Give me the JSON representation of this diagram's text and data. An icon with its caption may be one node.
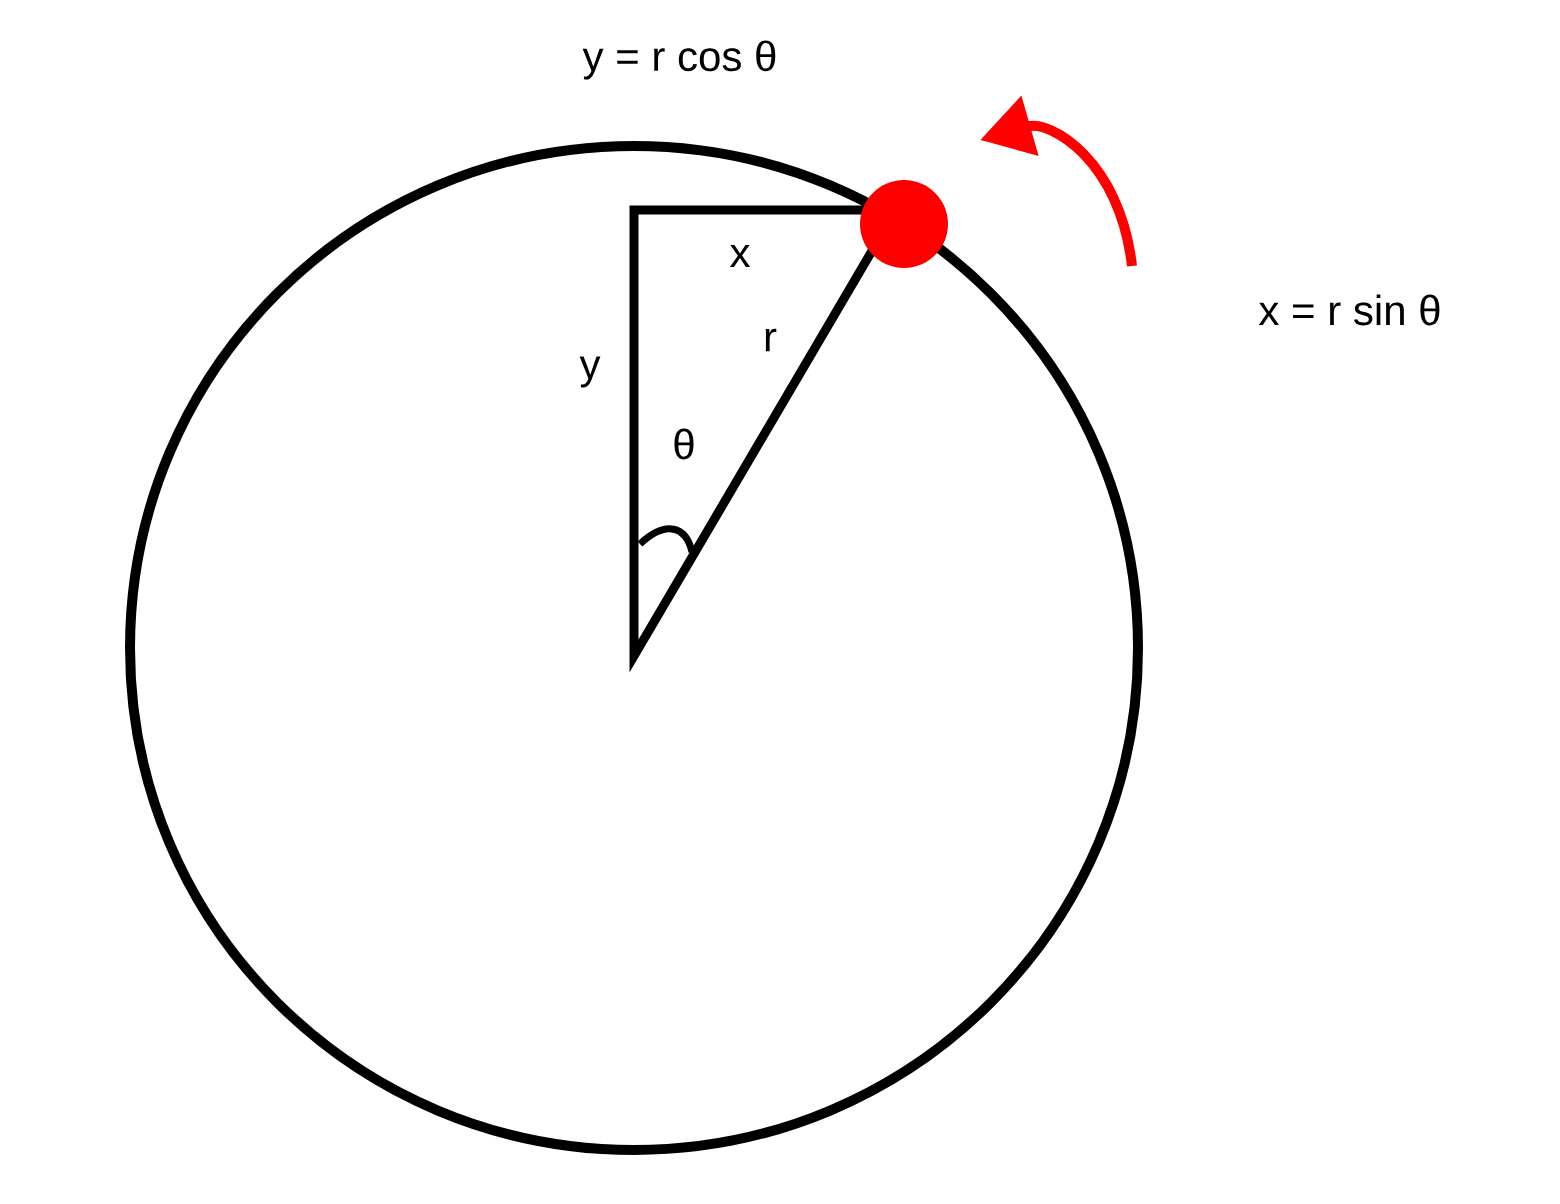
{
  "diagram": {
    "labels": [
      "y = r cos θ",
      "x = r sin θ",
      "x",
      "y",
      "r",
      "θ"
    ]
  }
}
